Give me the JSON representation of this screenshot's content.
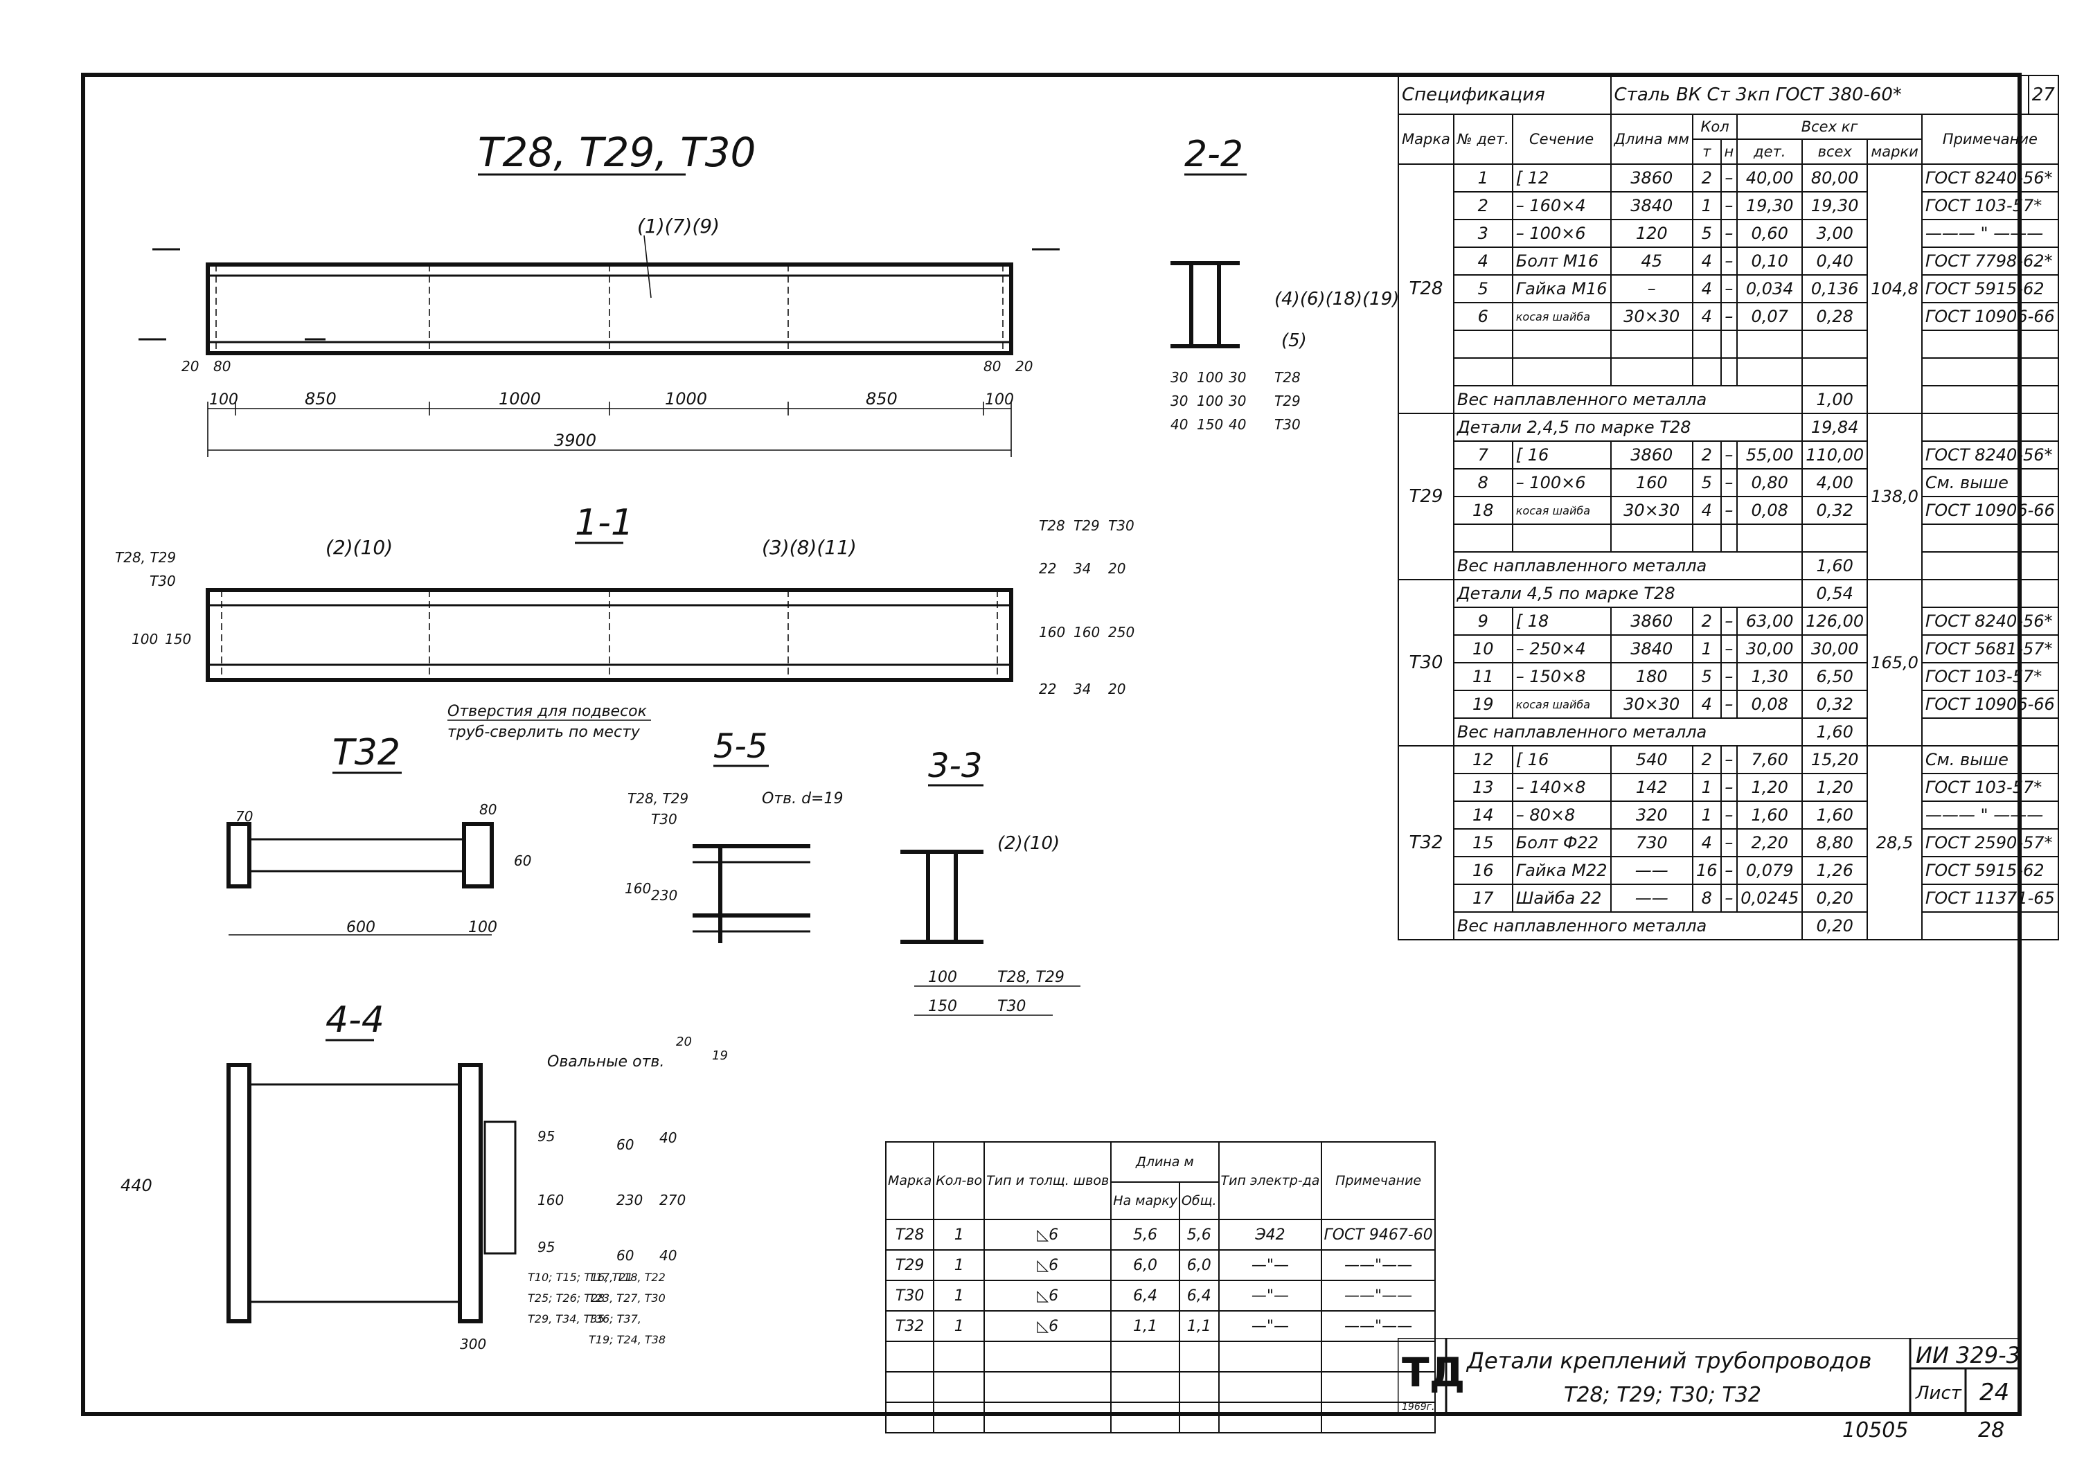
{
  "drawing": {
    "main_title": "Т28, Т29, Т30",
    "section_2_2": "2-2",
    "section_1_1": "1-1",
    "title_t32": "Т32",
    "section_5_5": "5-5",
    "section_3_3": "3-3",
    "section_4_4": "4-4",
    "callout_top": "(1)(7)(9)",
    "callout_1_1_left": "(2)(10)",
    "callout_1_1_right": "(3)(8)(11)",
    "callout_2_2": "(4)(6)(18)(19)",
    "callout_2_2_b": "(5)",
    "callout_3_3": "(2)(10)",
    "holes_note_1": "Отверстия для подвесок",
    "holes_note_2": "труб-сверлить по месту",
    "hole_note_5_5": "Отв. d=19",
    "oval_holes": "Овальные отв.",
    "dims_top": [
      "100",
      "850",
      "1000",
      "1000",
      "850",
      "100"
    ],
    "dim_total": "3900",
    "dim_20": "20",
    "dim_80": "80",
    "dims_2_2": [
      [
        "30",
        "100",
        "30",
        "Т28"
      ],
      [
        "30",
        "100",
        "30",
        "Т29"
      ],
      [
        "40",
        "150",
        "40",
        "Т30"
      ]
    ],
    "dims_1_1_right_top": [
      "22",
      "34",
      "20"
    ],
    "dims_1_1_right_mid": [
      "160",
      "160",
      "250"
    ],
    "dims_1_1_right_bot": [
      "22",
      "34",
      "20"
    ],
    "marks_1_1_top": [
      "Т28",
      "Т29",
      "Т30"
    ],
    "marks_1_1_left": [
      "Т28, Т29",
      "Т30"
    ],
    "dims_1_1_left": [
      "100",
      "150"
    ],
    "dims_t32": [
      "70",
      "80",
      "600",
      "100",
      "60"
    ],
    "dims_5_5": [
      "160",
      "230"
    ],
    "marks_5_5": [
      "Т28, Т29",
      "Т30"
    ],
    "dims_3_3": [
      [
        "100",
        "Т28, Т29"
      ],
      [
        "150",
        "Т30"
      ]
    ],
    "dims_4_4": [
      "440",
      "95",
      "160",
      "95",
      "60",
      "230",
      "60",
      "40",
      "270",
      "40",
      "300",
      "20",
      "19"
    ],
    "marks_4_4_left": [
      "Т10; Т15; Т16, Т21",
      "Т25; Т26; Т28",
      "Т29, Т34, Т35"
    ],
    "marks_4_4_right": [
      "Т17, Т18, Т22",
      "Т23, Т27, Т30",
      "Т36; Т37,",
      "Т19; Т24, Т38"
    ]
  },
  "spec": {
    "header_left": "Спецификация",
    "header_mid": "Сталь ВК Ст 3кп ГОСТ 380-60*",
    "sheet_num": "27",
    "columns": {
      "marka": "Марка",
      "det": "№ дет.",
      "sechenie": "Сечение",
      "dlina": "Длина мм",
      "kol": "Кол",
      "kol_t": "т",
      "kol_n": "н",
      "ves": "Всех кг",
      "ves_det": "дет.",
      "ves_vseh": "всех",
      "ves_marki": "марки",
      "prim": "Примечание"
    },
    "groups": [
      {
        "mark": "Т28",
        "total": "104,8",
        "rows": [
          [
            "1",
            "[ 12",
            "3860",
            "2",
            "–",
            "40,00",
            "80,00",
            "ГОСТ 8240-56*"
          ],
          [
            "2",
            "– 160×4",
            "3840",
            "1",
            "–",
            "19,30",
            "19,30",
            "ГОСТ 103-57*"
          ],
          [
            "3",
            "– 100×6",
            "120",
            "5",
            "–",
            "0,60",
            "3,00",
            "——— \" ———"
          ],
          [
            "4",
            "Болт М16",
            "45",
            "4",
            "–",
            "0,10",
            "0,40",
            "ГОСТ 7798-62*"
          ],
          [
            "5",
            "Гайка М16",
            "–",
            "4",
            "–",
            "0,034",
            "0,136",
            "ГОСТ 5915-62"
          ],
          [
            "6",
            "косая шайба",
            "30×30",
            "4",
            "–",
            "0,07",
            "0,28",
            "ГОСТ 10906-66"
          ],
          [
            "",
            "",
            "",
            "",
            "",
            "",
            "",
            ""
          ],
          [
            "",
            "",
            "",
            "",
            "",
            "",
            "",
            ""
          ]
        ],
        "footer": [
          "Вес наплавленного металла",
          "1,00"
        ]
      },
      {
        "mark": "Т29",
        "total": "138,0",
        "intro": [
          "Детали 2,4,5 по марке Т28",
          "19,84"
        ],
        "rows": [
          [
            "7",
            "[ 16",
            "3860",
            "2",
            "–",
            "55,00",
            "110,00",
            "ГОСТ 8240-56*"
          ],
          [
            "8",
            "– 100×6",
            "160",
            "5",
            "–",
            "0,80",
            "4,00",
            "См. выше"
          ],
          [
            "18",
            "косая шайба",
            "30×30",
            "4",
            "–",
            "0,08",
            "0,32",
            "ГОСТ 10906-66"
          ],
          [
            "",
            "",
            "",
            "",
            "",
            "",
            "",
            ""
          ]
        ],
        "footer": [
          "Вес наплавленного металла",
          "1,60"
        ]
      },
      {
        "mark": "Т30",
        "total": "165,0",
        "intro": [
          "Детали 4,5 по марке Т28",
          "0,54"
        ],
        "rows": [
          [
            "9",
            "[ 18",
            "3860",
            "2",
            "–",
            "63,00",
            "126,00",
            "ГОСТ 8240-56*"
          ],
          [
            "10",
            "– 250×4",
            "3840",
            "1",
            "–",
            "30,00",
            "30,00",
            "ГОСТ 5681-57*"
          ],
          [
            "11",
            "– 150×8",
            "180",
            "5",
            "–",
            "1,30",
            "6,50",
            "ГОСТ 103-57*"
          ],
          [
            "19",
            "косая шайба",
            "30×30",
            "4",
            "–",
            "0,08",
            "0,32",
            "ГОСТ 10906-66"
          ]
        ],
        "footer": [
          "Вес наплавленного металла",
          "1,60"
        ]
      },
      {
        "mark": "Т32",
        "total": "28,5",
        "rows": [
          [
            "12",
            "[ 16",
            "540",
            "2",
            "–",
            "7,60",
            "15,20",
            "См. выше"
          ],
          [
            "13",
            "– 140×8",
            "142",
            "1",
            "–",
            "1,20",
            "1,20",
            "ГОСТ 103-57*"
          ],
          [
            "14",
            "– 80×8",
            "320",
            "1",
            "–",
            "1,60",
            "1,60",
            "——— \" ———"
          ],
          [
            "15",
            "Болт Ф22",
            "730",
            "4",
            "–",
            "2,20",
            "8,80",
            "ГОСТ 2590-57*"
          ],
          [
            "16",
            "Гайка М22",
            "——",
            "16",
            "–",
            "0,079",
            "1,26",
            "ГОСТ 5915-62"
          ],
          [
            "17",
            "Шайба 22",
            "——",
            "8",
            "–",
            "0,0245",
            "0,20",
            "ГОСТ 11371-65"
          ]
        ],
        "footer": [
          "Вес наплавленного металла",
          "0,20"
        ]
      }
    ]
  },
  "weld_table": {
    "h_marka": "Марка",
    "h_kol": "Кол-во",
    "h_tip": "Тип и толщ. швов",
    "h_dlina": "Длина м",
    "h_na_marku": "На марку",
    "h_obsh": "Общ.",
    "h_elektr": "Тип электр-да",
    "h_prim": "Примечание",
    "rows": [
      [
        "Т28",
        "1",
        "◺6",
        "5,6",
        "5,6",
        "Э42",
        "ГОСТ 9467-60"
      ],
      [
        "Т29",
        "1",
        "◺6",
        "6,0",
        "6,0",
        "—\"—",
        "——\"——"
      ],
      [
        "Т30",
        "1",
        "◺6",
        "6,4",
        "6,4",
        "—\"—",
        "——\"——"
      ],
      [
        "Т32",
        "1",
        "◺6",
        "1,1",
        "1,1",
        "—\"—",
        "——\"——"
      ],
      [
        "",
        "",
        "",
        "",
        "",
        "",
        ""
      ],
      [
        "",
        "",
        "",
        "",
        "",
        "",
        ""
      ],
      [
        "",
        "",
        "",
        "",
        "",
        "",
        ""
      ]
    ]
  },
  "title_block": {
    "logo": "ТД",
    "year": "1969г.",
    "line1": "Детали креплений трубопроводов",
    "line2": "Т28; Т29; Т30; Т32",
    "code": "ИИ 329-3",
    "list_label": "Лист",
    "list_num": "24",
    "bottom_num": "10505",
    "bottom_page": "28"
  }
}
